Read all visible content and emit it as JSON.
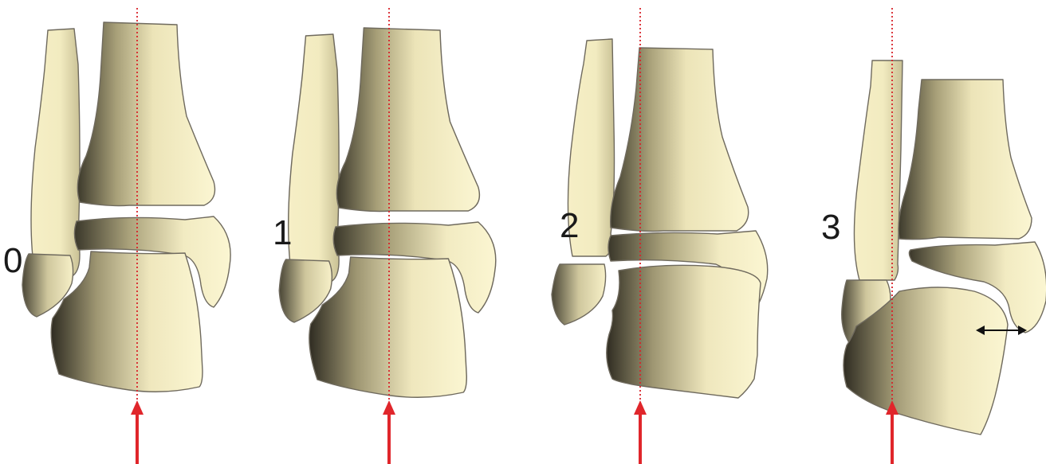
{
  "diagram": {
    "panels": [
      {
        "label": "0",
        "displacement_arrow": false
      },
      {
        "label": "1",
        "displacement_arrow": false
      },
      {
        "label": "2",
        "displacement_arrow": false
      },
      {
        "label": "3",
        "displacement_arrow": true
      }
    ],
    "colors": {
      "bone_light": "#fbf6d2",
      "bone_mid": "#ddd5a5",
      "bone_dark": "#3d3a2c",
      "outline": "#6f6a5e",
      "axis_line": "#d8232a",
      "force_arrow": "#e0262b",
      "displacement_arrow": "#111111"
    }
  }
}
